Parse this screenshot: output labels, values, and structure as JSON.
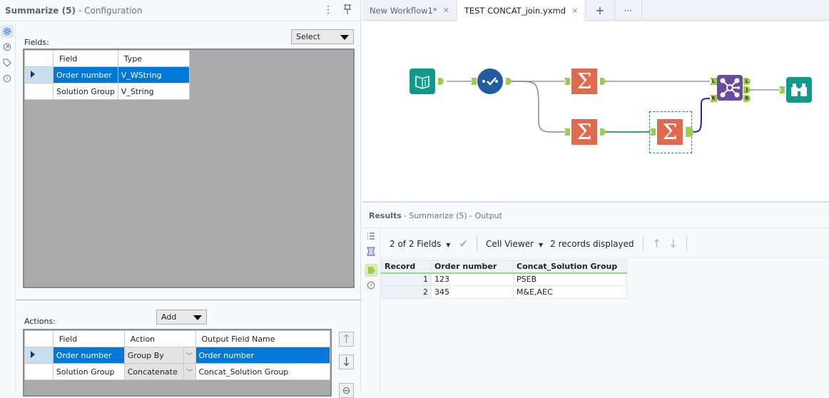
{
  "config": {
    "title": "Summarize (5)",
    "subtitle": "- Configuration",
    "header_icons": [
      "more-icon",
      "pin-icon"
    ],
    "side_icons": [
      "gear-icon",
      "arrow-circle-icon",
      "tag-icon",
      "help-icon"
    ],
    "fields_label": "Fields:",
    "select_label": "Select",
    "fields_table": {
      "columns": [
        "Field",
        "Type"
      ],
      "rows": [
        {
          "field": "Order number",
          "type": "V_WString",
          "selected": true
        },
        {
          "field": "Solution Group",
          "type": "V_String",
          "selected": false
        }
      ]
    },
    "actions_label": "Actions:",
    "add_label": "Add",
    "actions_table": {
      "columns": [
        "Field",
        "Action",
        "Output Field Name"
      ],
      "rows": [
        {
          "field": "Order number",
          "action": "Group By",
          "output": "Order number",
          "selected": true
        },
        {
          "field": "Solution Group",
          "action": "Concatenate",
          "output": "Concat_Solution Group",
          "selected": false
        }
      ]
    },
    "move_up": "↑",
    "move_down": "↓",
    "remove": "⊖"
  },
  "tabs": [
    {
      "label": "New Workflow1*",
      "active": false
    },
    {
      "label": "TEST CONCAT_join.yxmd",
      "active": true
    }
  ],
  "tab_add": "+",
  "tab_more": "···",
  "canvas": {
    "tools": [
      "input-data-tool",
      "select-tool",
      "summarize-tool-1",
      "summarize-tool-2",
      "summarize-tool-5",
      "join-tool",
      "browse-tool"
    ],
    "join_anchors": {
      "in_left": "L",
      "in_right": "R",
      "out_left": "L",
      "out_join": "J",
      "out_right": "R"
    }
  },
  "results": {
    "title": "Results",
    "subtitle": "- Summarize (5) - Output",
    "fields_dropdown": "2 of 2 Fields",
    "cell_viewer": "Cell Viewer",
    "records_displayed": "2 records displayed",
    "table": {
      "columns": [
        "Record",
        "Order number",
        "Concat_Solution Group"
      ],
      "rows": [
        {
          "record": "1",
          "order": "123",
          "concat": "PSEB"
        },
        {
          "record": "2",
          "order": "345",
          "concat": "M&E,AEC"
        }
      ]
    }
  },
  "colors": {
    "selection": "#0078d7",
    "summarize": "#e06a4e",
    "join": "#6b4b9e",
    "select": "#1f5d9e",
    "input_browse": "#0f9a8a",
    "anchor": "#9ccd4c"
  }
}
